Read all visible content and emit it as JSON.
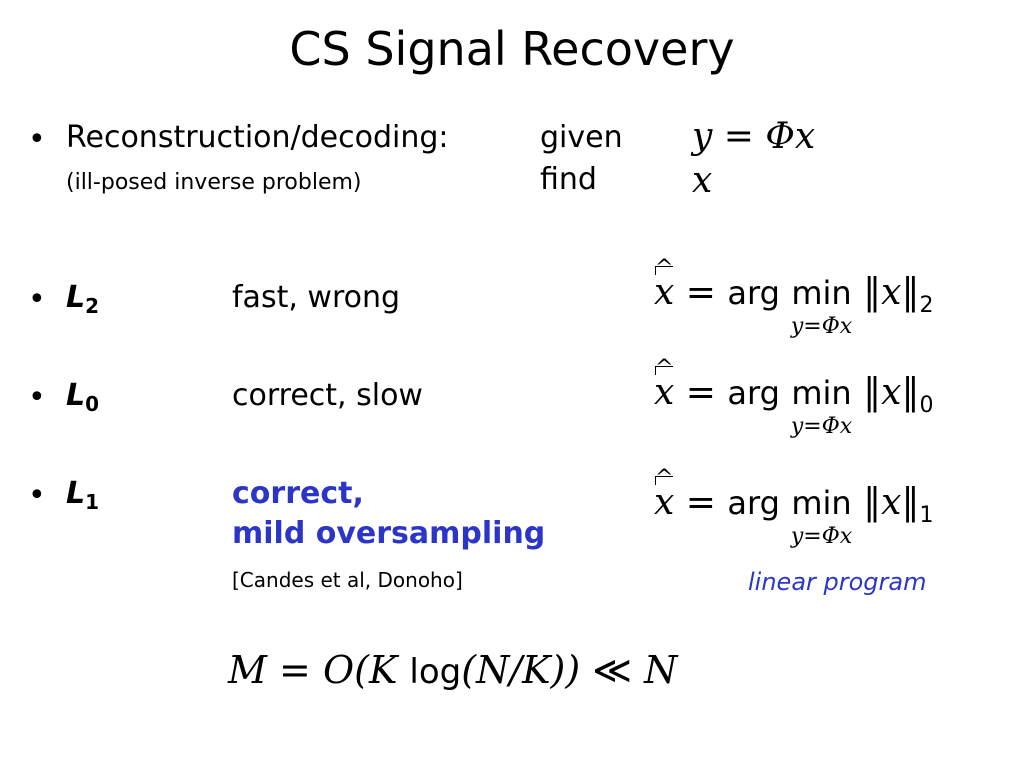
{
  "slide": {
    "title": "CS Signal Recovery",
    "bullet_glyph": "•",
    "reconstruction": {
      "label": "Reconstruction/decoding:",
      "note": "(ill-posed inverse problem)",
      "given": "given",
      "find": "find",
      "eq_given_lhs": "y",
      "eq_given_op": "=",
      "eq_given_rhs": "Φx",
      "eq_find": "x"
    },
    "l2": {
      "var": "L",
      "sub": "2",
      "desc": "fast, wrong",
      "norm_sub": "2"
    },
    "l0": {
      "var": "L",
      "sub": "0",
      "desc": "correct, slow",
      "norm_sub": "0"
    },
    "l1": {
      "var": "L",
      "sub": "1",
      "desc_line1": "correct,",
      "desc_line2": "mild oversampling",
      "citation": "[Candes et al, Donoho]",
      "norm_sub": "1",
      "note": "linear program"
    },
    "formula": {
      "hat": "^",
      "xhat": "x",
      "eq": "=",
      "arg": "arg",
      "min": "min",
      "constraint": "y=Φx",
      "norm": "‖x‖"
    },
    "bound": {
      "lhs": "M",
      "eq": "=",
      "o": "O(",
      "k": "K",
      "log": "log",
      "inside": "(N/K))",
      "ll": "≪",
      "rhs": "N"
    },
    "colors": {
      "accent_blue": "#2b36c8",
      "text": "#000000",
      "background": "#ffffff"
    }
  }
}
